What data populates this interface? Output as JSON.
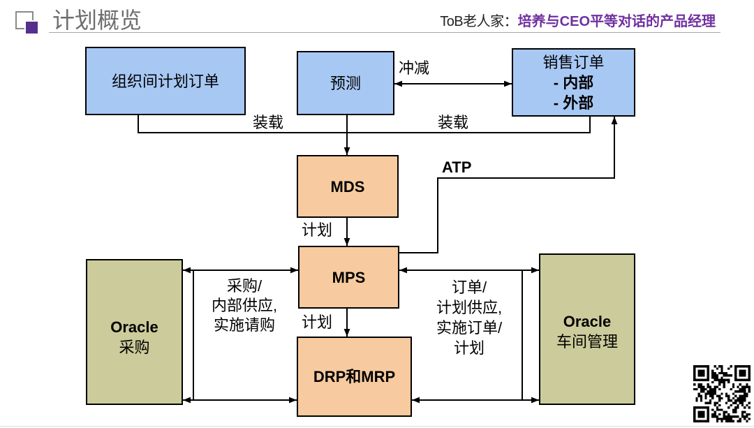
{
  "header": {
    "title": "计划概览",
    "brand": "ToB老人家",
    "separator": "：",
    "slogan": "培养与CEO平等对话的产品经理"
  },
  "diagram": {
    "nodes": {
      "inter_org_orders": {
        "label": "组织间计划订单"
      },
      "forecast": {
        "label": "预测"
      },
      "sales_orders": {
        "lines": [
          "销售订单",
          "- 内部",
          "- 外部"
        ]
      },
      "mds": {
        "label": "MDS"
      },
      "mps": {
        "label": "MPS"
      },
      "drp_mrp": {
        "label": "DRP和MRP"
      },
      "oracle_purchasing": {
        "title": "Oracle",
        "subtitle": "采购"
      },
      "oracle_shop_floor": {
        "title": "Oracle",
        "subtitle": "车间管理"
      }
    },
    "edge_labels": {
      "consume": "冲减",
      "load_left": "装载",
      "load_right": "装载",
      "atp": "ATP",
      "plan_mds_to_mps": "计划",
      "plan_mps_to_drp": "计划",
      "purchasing_flow": [
        "采购/",
        "内部供应,",
        "实施请购"
      ],
      "shop_floor_flow": [
        "订单/",
        "计划供应,",
        "实施订单/",
        "计划"
      ]
    }
  },
  "colors": {
    "accent": "#7030A0",
    "icon_purple": "#55308D",
    "node_blue": "#A8C8F4",
    "node_orange": "#F7CB9F",
    "node_olive": "#CCCB9B"
  },
  "icons": {
    "title_icon": "square-outline-with-filled-square-icon",
    "qr_code": "qr-code-icon"
  }
}
